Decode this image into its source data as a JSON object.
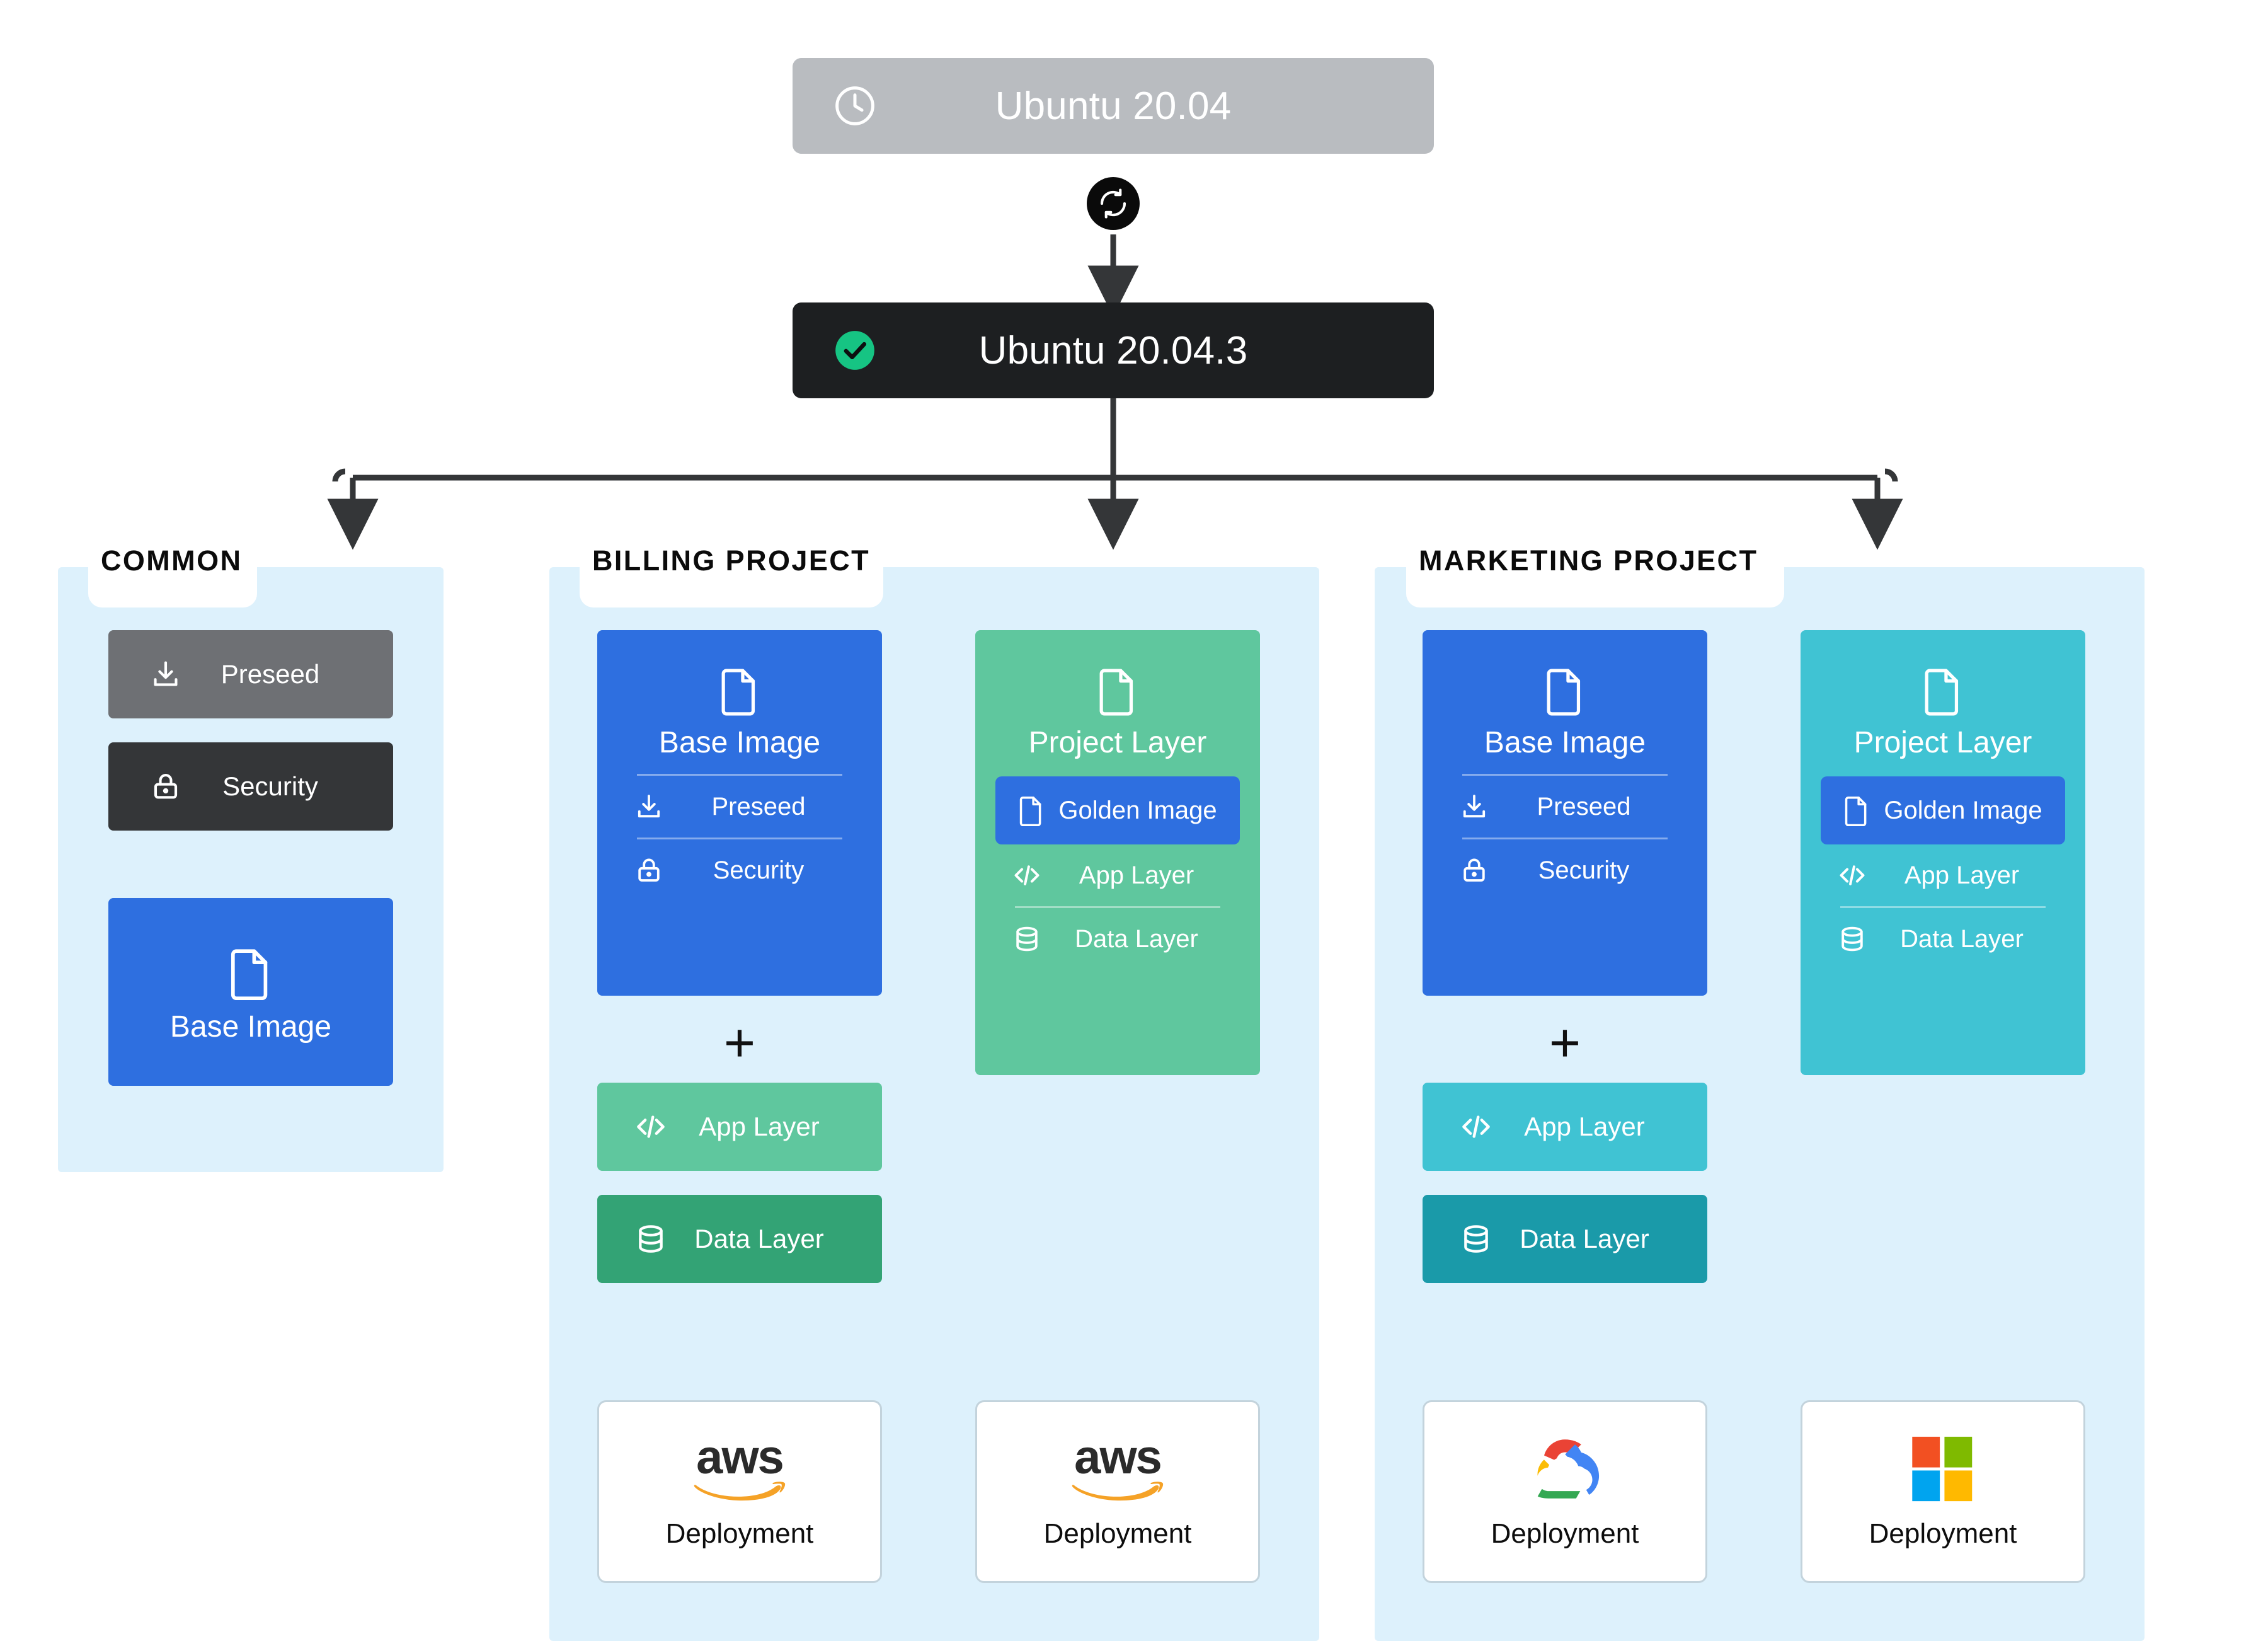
{
  "flow": {
    "source_release": {
      "label": "Ubuntu 20.04",
      "icon": "clock-icon",
      "bg_color": "#b9bcc0"
    },
    "sync_icon": "sync-refresh-icon",
    "patched_release": {
      "label": "Ubuntu 20.04.3",
      "icon": "check-circle-icon",
      "bg_color": "#1d1f21",
      "check_color": "#16c483"
    }
  },
  "columns": [
    {
      "key": "common",
      "tab_label": "COMMON",
      "chips": [
        {
          "label": "Preseed",
          "icon": "download-icon",
          "bg_color": "#6e7074"
        },
        {
          "label": "Security",
          "icon": "lock-icon",
          "bg_color": "#343638"
        }
      ],
      "base_card": {
        "title": "Base Image",
        "icon": "document-icon",
        "bg_color": "#2e6fe0"
      }
    },
    {
      "key": "billing",
      "tab_label": "BILLING PROJECT",
      "base_card": {
        "title": "Base Image",
        "icon": "document-icon",
        "bg_color": "#2e6fe0",
        "rows": [
          {
            "label": "Preseed",
            "icon": "download-icon"
          },
          {
            "label": "Security",
            "icon": "lock-icon"
          }
        ]
      },
      "plus": "+",
      "layers": [
        {
          "label": "App Layer",
          "icon": "code-icon",
          "bg_color": "#5fc79e"
        },
        {
          "label": "Data Layer",
          "icon": "database-icon",
          "bg_color": "#33a375"
        }
      ],
      "project_card": {
        "title": "Project Layer",
        "icon": "document-icon",
        "bg_color": "#5fc79e",
        "golden": {
          "label": "Golden Image",
          "icon": "document-icon",
          "bg_color": "#2e6fe0"
        },
        "rows": [
          {
            "label": "App Layer",
            "icon": "code-icon"
          },
          {
            "label": "Data Layer",
            "icon": "database-icon"
          }
        ]
      },
      "deployments": [
        {
          "label": "Deployment",
          "logo": "aws-logo",
          "logo_text": "aws"
        },
        {
          "label": "Deployment",
          "logo": "aws-logo",
          "logo_text": "aws"
        }
      ]
    },
    {
      "key": "marketing",
      "tab_label": "MARKETING PROJECT",
      "base_card": {
        "title": "Base Image",
        "icon": "document-icon",
        "bg_color": "#2e6fe0",
        "rows": [
          {
            "label": "Preseed",
            "icon": "download-icon"
          },
          {
            "label": "Security",
            "icon": "lock-icon"
          }
        ]
      },
      "plus": "+",
      "layers": [
        {
          "label": "App Layer",
          "icon": "code-icon",
          "bg_color": "#40c3d3"
        },
        {
          "label": "Data Layer",
          "icon": "database-icon",
          "bg_color": "#1a9aa9"
        }
      ],
      "project_card": {
        "title": "Project Layer",
        "icon": "document-icon",
        "bg_color": "#40c3d3",
        "golden": {
          "label": "Golden Image",
          "icon": "document-icon",
          "bg_color": "#2e6fe0"
        },
        "rows": [
          {
            "label": "App Layer",
            "icon": "code-icon"
          },
          {
            "label": "Data Layer",
            "icon": "database-icon"
          }
        ]
      },
      "deployments": [
        {
          "label": "Deployment",
          "logo": "google-cloud-logo"
        },
        {
          "label": "Deployment",
          "logo": "microsoft-azure-logo"
        }
      ]
    }
  ],
  "theme": {
    "panel_bg": "#ddf1fc",
    "page_bg": "#ffffff",
    "connector_color": "#343638",
    "blue": "#2e6fe0",
    "green": "#5fc79e",
    "green_dark": "#33a375",
    "teal": "#40c3d3",
    "teal_dark": "#1a9aa9",
    "gray": "#6e7074",
    "near_black": "#343638"
  }
}
